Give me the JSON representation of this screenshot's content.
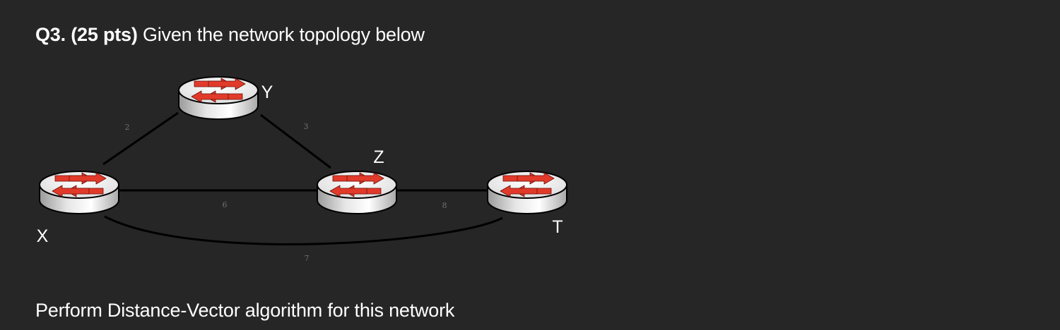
{
  "question": {
    "number": "Q3. (25 pts)",
    "text": " Given the network topology below"
  },
  "nodes": [
    {
      "id": "X",
      "label": "X"
    },
    {
      "id": "Y",
      "label": "Y"
    },
    {
      "id": "Z",
      "label": "Z"
    },
    {
      "id": "T",
      "label": "T"
    }
  ],
  "links": [
    {
      "from": "X",
      "to": "Y",
      "cost": "2"
    },
    {
      "from": "Y",
      "to": "Z",
      "cost": "3"
    },
    {
      "from": "X",
      "to": "Z",
      "cost": "6"
    },
    {
      "from": "Z",
      "to": "T",
      "cost": "8"
    },
    {
      "from": "X",
      "to": "T",
      "cost": "7"
    }
  ],
  "instruction": "Perform Distance-Vector algorithm for this network",
  "colors": {
    "background": "#262626",
    "text": "#ffffff",
    "link": "#000000",
    "router_body": "#f2f2f2",
    "router_arrow": "#e23a2a",
    "weight_label": "#707070"
  }
}
